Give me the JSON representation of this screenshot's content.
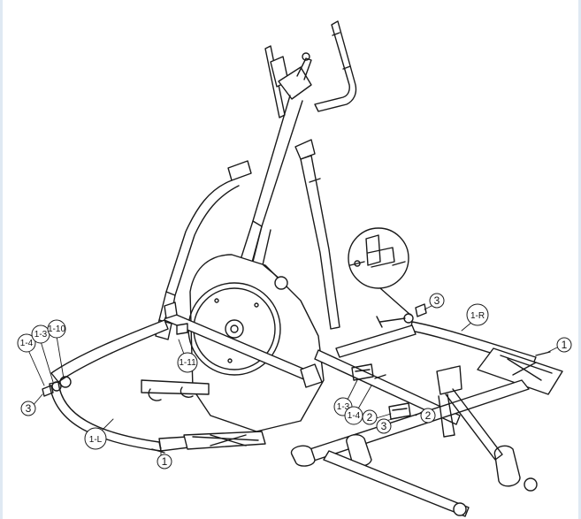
{
  "colors": {
    "line": "#1a1a1a",
    "edge": "#dfe9f3",
    "fill": "#ffffff"
  },
  "labels": {
    "l_1_4": "1-4",
    "l_1_3_left": "1-3",
    "l_1_10": "1-10",
    "l_1_l": "1-L",
    "l_1_11": "1-11",
    "l_1_3_center": "1-3",
    "l_1_4_center": "1-4",
    "l_1_r": "1-R"
  },
  "callouts": {
    "c3_left": "3",
    "c1_bottom": "1",
    "c2_center": "2",
    "c3_center": "3",
    "c2_lower": "2",
    "c3_right": "3",
    "c1_right": "1"
  }
}
